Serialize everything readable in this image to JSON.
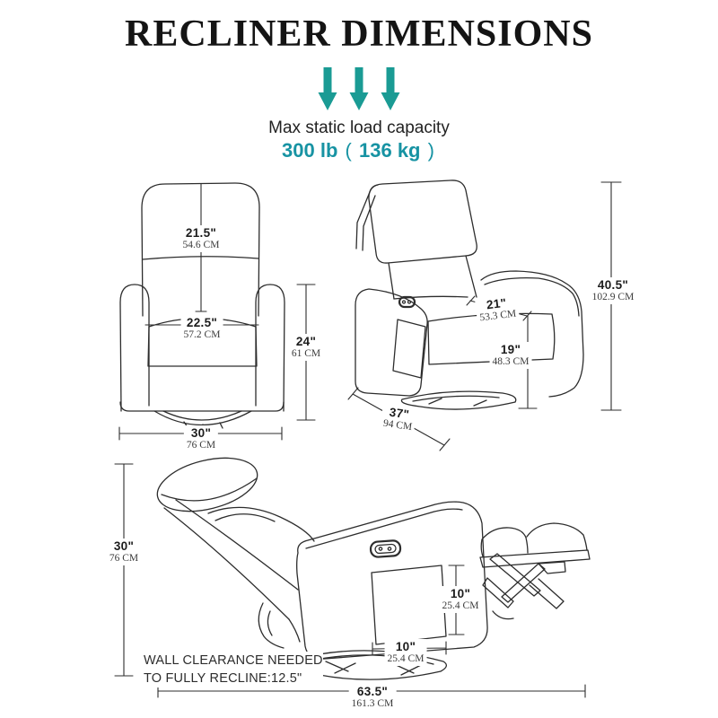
{
  "header": {
    "title": "RECLINER DIMENSIONS",
    "subtitle": "Max static load capacity",
    "capacity": {
      "lb": "300 lb",
      "open": "(",
      "kg": "136 kg",
      "close": ")"
    }
  },
  "colors": {
    "arrow_teal": "#1A9B94",
    "capacity_teal": "#1793A3",
    "line_art": "#2D2D2D"
  },
  "icons": {
    "arrows": "down-arrow-icon x3"
  },
  "views": {
    "front": {
      "back_height": {
        "in": "21.5\"",
        "cm": "54.6 CM"
      },
      "seat_width": {
        "in": "22.5\"",
        "cm": "57.2 CM"
      },
      "arm_height": {
        "in": "24\"",
        "cm": "61 CM"
      },
      "overall_width": {
        "in": "30\"",
        "cm": "76 CM"
      }
    },
    "side": {
      "seat_depth": {
        "in": "21\"",
        "cm": "53.3 CM"
      },
      "seat_height": {
        "in": "19\"",
        "cm": "48.3 CM"
      },
      "overall_depth": {
        "in": "37\"",
        "cm": "94 CM"
      },
      "overall_height": {
        "in": "40.5\"",
        "cm": "102.9 CM"
      }
    },
    "reclined": {
      "reclined_height": {
        "in": "30\"",
        "cm": "76 CM"
      },
      "pocket_height": {
        "in": "10\"",
        "cm": "25.4 CM"
      },
      "pocket_width": {
        "in": "10\"",
        "cm": "25.4 CM"
      },
      "reclined_length": {
        "in": "63.5\"",
        "cm": "161.3 CM"
      },
      "wall_clearance_line1": "WALL CLEARANCE NEEDED",
      "wall_clearance_line2": "TO FULLY RECLINE:12.5\""
    }
  }
}
